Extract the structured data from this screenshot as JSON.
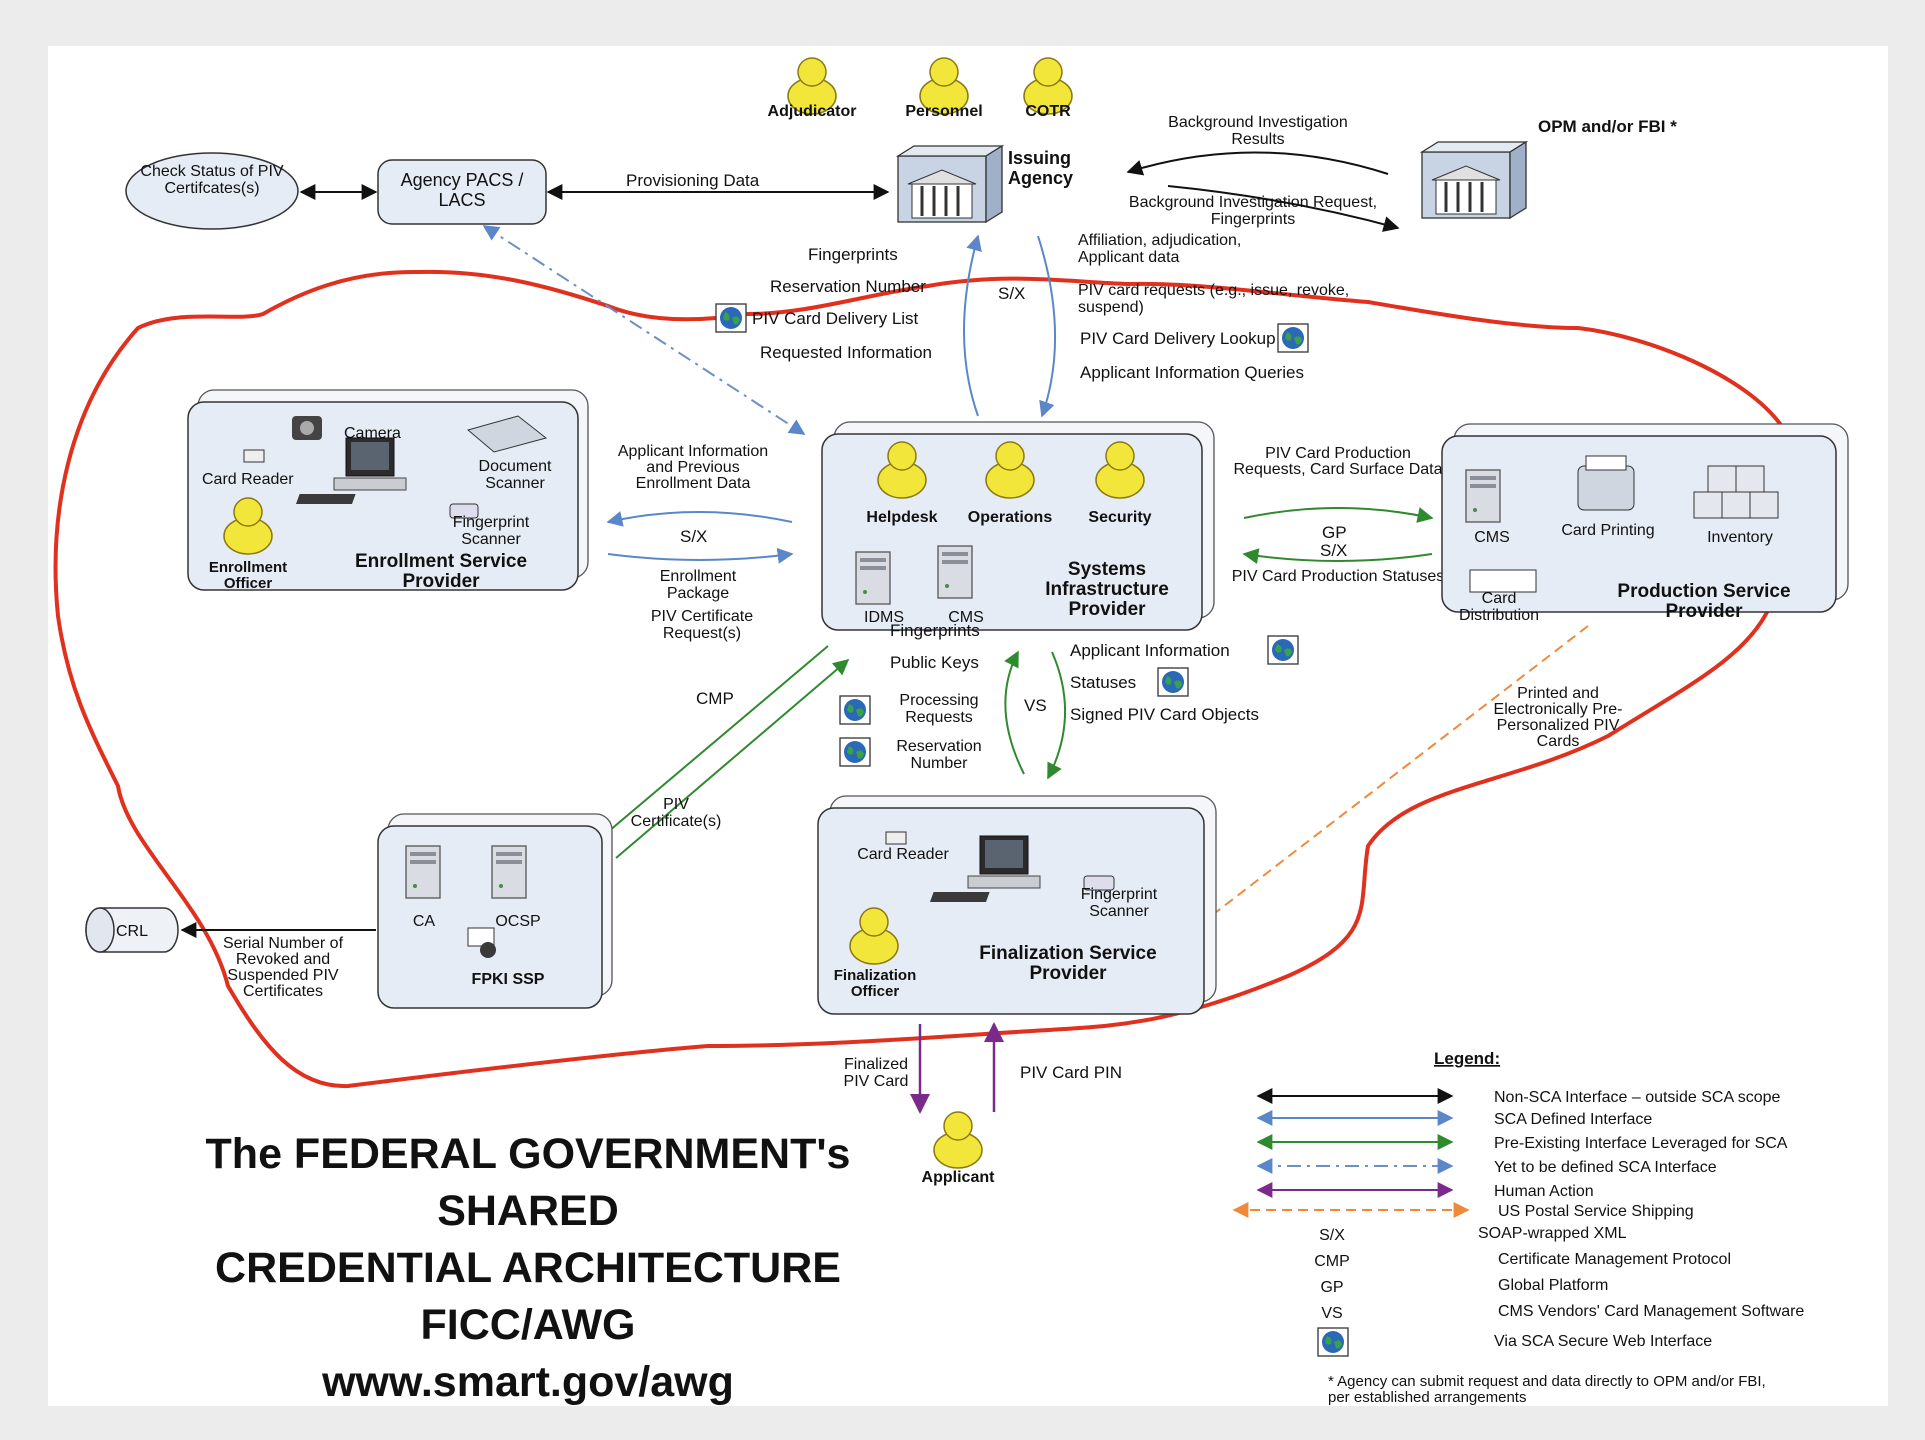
{
  "colors": {
    "non_sca": "#111111",
    "sca_defined": "#5b86c8",
    "pre_existing": "#2f8a2f",
    "yet_to_define": "#6c8fc6",
    "human_action": "#7a2a8a",
    "usps": "#f08a3a",
    "scope_outline": "#e0301e",
    "person_head": "#f3e63a",
    "box_fill": "#e6ecf5"
  },
  "actors": {
    "adjudicator": "Adjudicator",
    "personnel": "Personnel",
    "cotr": "COTR",
    "applicant": "Applicant",
    "enrollment_officer": "Enrollment Officer",
    "finalization_officer": "Finalization Officer",
    "helpdesk": "Helpdesk",
    "operations": "Operations",
    "security": "Security"
  },
  "nodes": {
    "check_status": "Check Status of PIV Certifcates(s)",
    "agency_pacs": "Agency PACS / LACS",
    "issuing_agency": "Issuing Agency",
    "opm_fbi": "OPM and/or FBI *",
    "enrollment_sp": "Enrollment Service Provider",
    "systems_ip": "Systems Infrastructure Provider",
    "production_sp": "Production Service Provider",
    "fpki_ssp": "FPKI SSP",
    "finalization_sp": "Finalization Service Provider",
    "crl": "CRL"
  },
  "components": {
    "camera": "Camera",
    "card_reader": "Card Reader",
    "document_scanner": "Document Scanner",
    "fingerprint_scanner": "Fingerprint Scanner",
    "idms": "IDMS",
    "cms": "CMS",
    "card_printing": "Card Printing",
    "inventory": "Inventory",
    "card_distribution": "Card Distribution",
    "ca": "CA",
    "ocsp": "OCSP"
  },
  "flows": {
    "provisioning_data": "Provisioning Data",
    "bi_results": "Background Investigation Results",
    "bi_request": "Background Investigation Request, Fingerprints",
    "fingerprints": "Fingerprints",
    "reservation_number": "Reservation Number",
    "piv_card_delivery_list": "PIV Card Delivery List",
    "requested_information": "Requested Information",
    "sx": "S/X",
    "affiliation": "Affiliation, adjudication, Applicant data",
    "piv_card_requests": "PIV card requests (e.g., issue, revoke, suspend)",
    "piv_card_delivery_lookup": "PIV Card Delivery Lookup",
    "applicant_info_queries": "Applicant Information Queries",
    "applicant_info_prev": "Applicant Information and Previous Enrollment Data",
    "enrollment_package": "Enrollment Package",
    "piv_card_prod_requests": "PIV Card Production Requests, Card Surface Data",
    "gp": "GP",
    "piv_card_prod_statuses": "PIV Card Production Statuses",
    "piv_cert_requests": "PIV Certificate Request(s)",
    "cmp": "CMP",
    "piv_certificates": "PIV Certificate(s)",
    "public_keys": "Public Keys",
    "vs": "VS",
    "processing_requests": "Processing Requests",
    "reservation_number_2": "Reservation Number",
    "applicant_information": "Applicant Information",
    "statuses": "Statuses",
    "signed_piv_objects": "Signed PIV Card Objects",
    "printed_cards": "Printed and Electronically Pre-Personalized PIV Cards",
    "serial_numbers": "Serial Number of Revoked and Suspended PIV Certificates",
    "finalized_piv_card": "Finalized PIV Card",
    "piv_card_pin": "PIV Card PIN"
  },
  "legend": {
    "title": "Legend:",
    "items": [
      "Non-SCA Interface – outside SCA scope",
      "SCA Defined Interface",
      "Pre-Existing Interface Leveraged for SCA",
      "Yet to be defined SCA Interface",
      "Human Action",
      "US Postal Service Shipping"
    ],
    "abbrevs": [
      {
        "key": "S/X",
        "desc": "SOAP-wrapped XML"
      },
      {
        "key": "CMP",
        "desc": "Certificate Management Protocol"
      },
      {
        "key": "GP",
        "desc": "Global Platform"
      },
      {
        "key": "VS",
        "desc": "CMS Vendors' Card Management Software"
      },
      {
        "key": "",
        "desc": "Via SCA Secure Web Interface"
      }
    ],
    "footnote": "* Agency can submit request and data directly to OPM and/or FBI, per established arrangements"
  },
  "title_block": {
    "line1": "The FEDERAL GOVERNMENT's",
    "line2": "SHARED",
    "line3": "CREDENTIAL ARCHITECTURE",
    "line4": "FICC/AWG",
    "line5": "www.smart.gov/awg"
  }
}
